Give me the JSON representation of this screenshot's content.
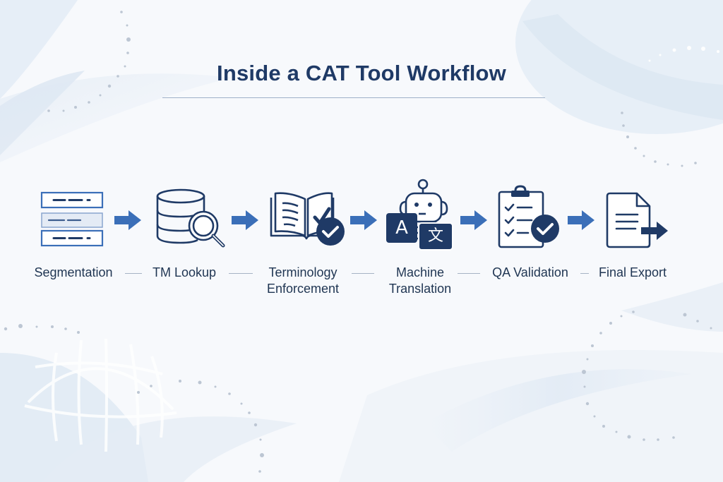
{
  "header": {
    "title": "Inside a CAT Tool Workflow"
  },
  "colors": {
    "navy": "#1f3a66",
    "arrow_blue": "#3b6fb8",
    "label_text": "#1f3552",
    "background": "#f7f9fc"
  },
  "workflow": {
    "steps": [
      {
        "id": "segmentation",
        "icon": "segmented-text-blocks-icon",
        "line1": "Segmentation",
        "line2": ""
      },
      {
        "id": "tm-lookup",
        "icon": "database-magnifier-icon",
        "line1": "TM Lookup",
        "line2": ""
      },
      {
        "id": "terminology",
        "icon": "book-checkmark-icon",
        "line1": "Terminology",
        "line2": "Enforcement"
      },
      {
        "id": "mt",
        "icon": "robot-translation-icon",
        "line1": "Machine",
        "line2": "Translation"
      },
      {
        "id": "qa",
        "icon": "clipboard-checklist-icon",
        "line1": "QA Validation",
        "line2": ""
      },
      {
        "id": "export",
        "icon": "document-export-icon",
        "line1": "Final Export",
        "line2": ""
      }
    ],
    "mt_badges": {
      "source": "A",
      "target": "文"
    }
  }
}
